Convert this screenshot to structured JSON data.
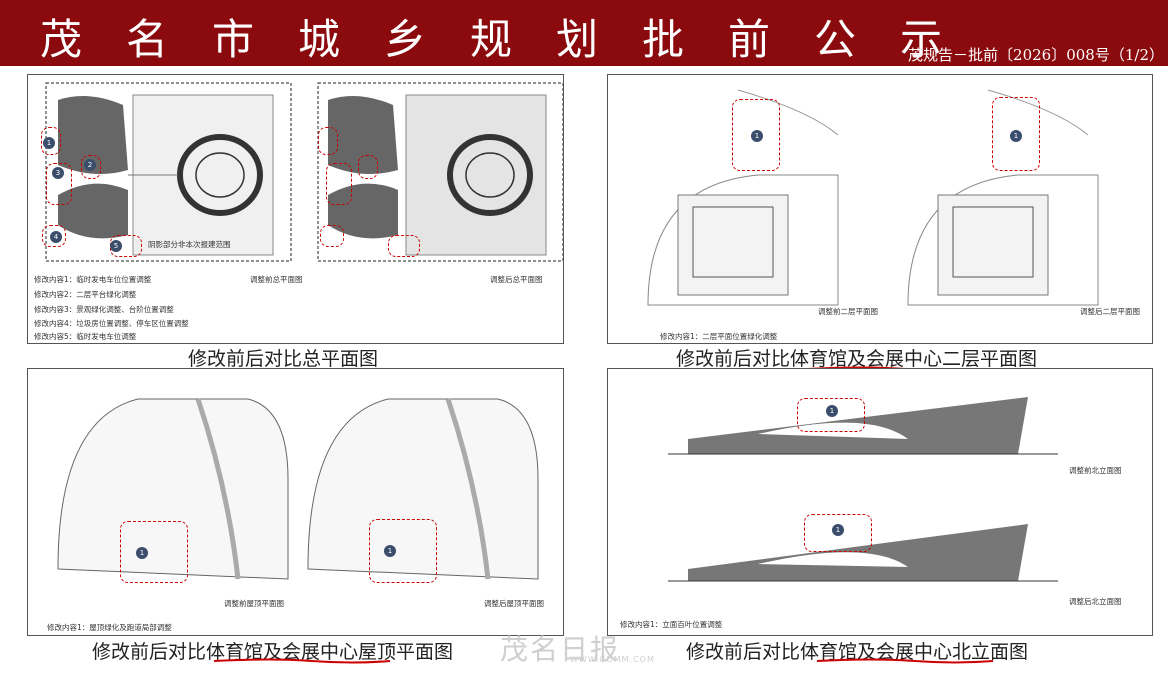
{
  "header": {
    "title": "茂名市城乡规划批前公示",
    "code": "茂规告－批前〔2026〕008号（1/2）"
  },
  "panels": {
    "site_plan": {
      "caption": "修改前后对比总平面图",
      "label_before": "调整前总平面图",
      "label_after": "调整后总平面图",
      "stage_label": "阴影部分非本次报建范围",
      "notes": [
        "修改内容1：临时发电车位位置调整",
        "修改内容2：二层平台绿化调整",
        "修改内容3：景观绿化调整、台阶位置调整",
        "修改内容4：垃圾房位置调整、停车区位置调整",
        "修改内容5：临时发电车位调整"
      ],
      "markers": [
        "1",
        "2",
        "3",
        "4",
        "5"
      ]
    },
    "second_floor": {
      "caption": "修改前后对比体育馆及会展中心二层平面图",
      "label_before": "调整前二层平面图",
      "label_after": "调整后二层平面图",
      "note": "修改内容1：二层平面位置绿化调整",
      "marker": "1"
    },
    "roof": {
      "caption": "修改前后对比体育馆及会展中心屋顶平面图",
      "label_before": "调整前屋顶平面图",
      "label_after": "调整后屋顶平面图",
      "note": "修改内容1：屋顶绿化及跑道局部调整",
      "marker": "1"
    },
    "elevation": {
      "caption": "修改前后对比体育馆及会展中心北立面图",
      "label_before": "调整前北立面图",
      "label_after": "调整后北立面图",
      "note": "修改内容1：立面百叶位置调整",
      "marker": "1"
    }
  },
  "watermark": {
    "text": "茂名日报",
    "sub": "WWW.GDMM.COM"
  },
  "colors": {
    "banner": "#8b0a0e",
    "highlight": "#c00000",
    "marker": "#3a4d6b"
  }
}
